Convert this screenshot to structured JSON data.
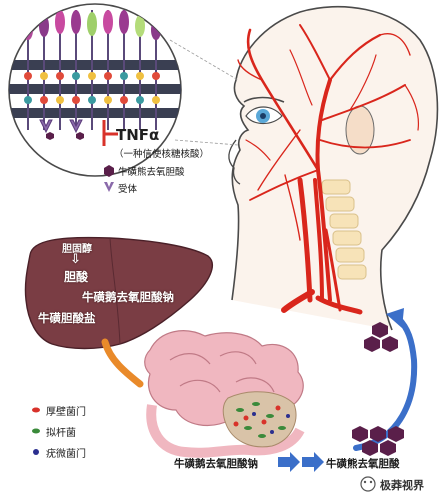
{
  "inset": {
    "tnf_label": "TNFα",
    "tnf_note": "（一种信使核糖核酸）",
    "legend_tudca": "牛磺熊去氧胆酸",
    "legend_receptor": "受体"
  },
  "liver": {
    "cholesterol": "胆固醇",
    "arrow": "⇩",
    "bile_acid": "胆酸",
    "taurochenodeoxycholate": "牛磺鹅去氧胆酸钠",
    "taurocholate": "牛磺胆酸盐"
  },
  "bacteria_legend": [
    {
      "label": "厚壁菌门",
      "color": "#d8322a"
    },
    {
      "label": "拟杆菌",
      "color": "#3a8a3a"
    },
    {
      "label": "疣微菌门",
      "color": "#2b2f8f"
    }
  ],
  "conversion": {
    "from": "牛磺鹅去氧胆酸钠",
    "to": "牛磺熊去氧胆酸"
  },
  "watermark": {
    "icon": "wechat-icon",
    "text": "极莽视界"
  },
  "colors": {
    "artery": "#d9261c",
    "liver": "#7a3d44",
    "intestine": "#f0b7c0",
    "blue_arrow": "#3b6fc9",
    "hexagon": "#5a1f4a"
  }
}
